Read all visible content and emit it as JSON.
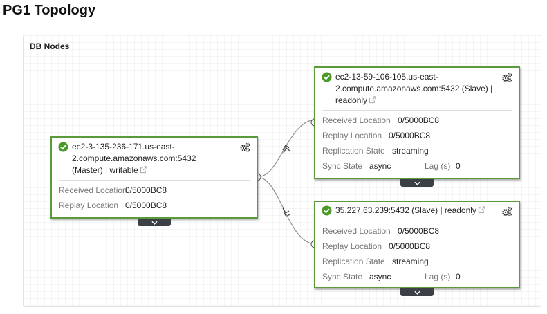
{
  "page": {
    "title": "PG1 Topology"
  },
  "panel": {
    "title": "DB Nodes"
  },
  "colors": {
    "node_border": "#5a9a3a",
    "ok": "#4a9a2a",
    "expand_bg": "#3a4046"
  },
  "icons": {
    "status": "check-circle-icon",
    "actions": "gears-icon",
    "link": "external-link-icon",
    "expand": "chevron-down-icon"
  },
  "master": {
    "host_line1": "ec2-3-135-236-171.us-east-",
    "host_line2": "2.compute.amazonaws.com:5432",
    "role_line": "(Master) | writable",
    "received_label": "Received Location",
    "received_value": "0/5000BC8",
    "replay_label": "Replay Location",
    "replay_value": "0/5000BC8"
  },
  "slave1": {
    "host_line1": "ec2-13-59-106-105.us-east-",
    "host_line2": "2.compute.amazonaws.com:5432 (Slave) |",
    "role_line": "readonly",
    "received_label": "Received Location",
    "received_value": "0/5000BC8",
    "replay_label": "Replay Location",
    "replay_value": "0/5000BC8",
    "replication_label": "Replication State",
    "replication_value": "streaming",
    "sync_label": "Sync State",
    "sync_value": "async",
    "lag_label": "Lag (s)",
    "lag_value": "0"
  },
  "slave2": {
    "host_line1": "35.227.63.239:5432 (Slave) | readonly",
    "received_label": "Received Location",
    "received_value": "0/5000BC8",
    "replay_label": "Replay Location",
    "replay_value": "0/5000BC8",
    "replication_label": "Replication State",
    "replication_value": "streaming",
    "sync_label": "Sync State",
    "sync_value": "async",
    "lag_label": "Lag (s)",
    "lag_value": "0"
  }
}
